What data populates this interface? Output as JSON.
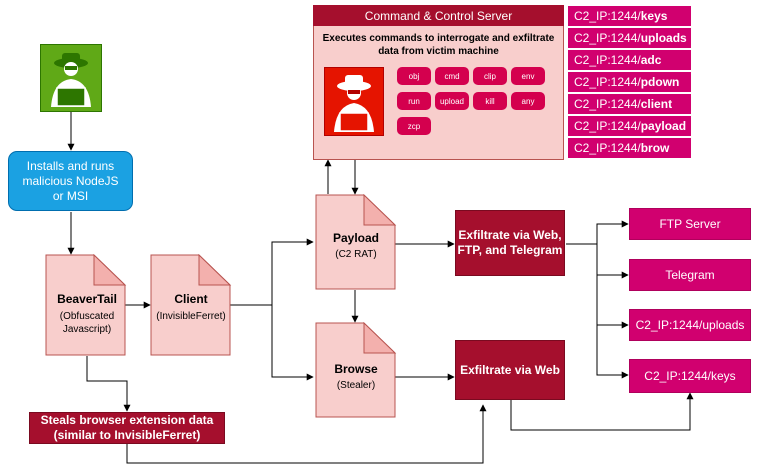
{
  "installer": {
    "text": "Installs and runs malicious NodeJS or MSI"
  },
  "beavertail": {
    "title": "BeaverTail",
    "sub1": "(Obfuscated",
    "sub2": "Javascript)"
  },
  "client": {
    "title": "Client",
    "sub": "(InvisibleFerret)"
  },
  "payload": {
    "title": "Payload",
    "sub": "(C2 RAT)"
  },
  "browse": {
    "title": "Browse",
    "sub": "(Stealer)"
  },
  "steals": {
    "line1": "Steals browser extension data",
    "line2": "(similar to InvisibleFerret)"
  },
  "exfil_web_ftp": {
    "line1": "Exfiltrate via Web,",
    "line2": "FTP, and Telegram"
  },
  "exfil_web": {
    "text": "Exfiltrate via Web"
  },
  "destinations": [
    "FTP Server",
    "Telegram",
    "C2_IP:1244/uploads",
    "C2_IP:1244/keys"
  ],
  "c2_server": {
    "title": "Command & Control Server",
    "desc1": "Executes commands to interrogate and exfiltrate",
    "desc2": "data from victim machine",
    "commands": [
      "obj",
      "cmd",
      "clip",
      "env",
      "run",
      "upload",
      "kill",
      "any",
      "zcp"
    ]
  },
  "c2_endpoints": [
    {
      "prefix": "C2_IP:1244/",
      "path": "keys"
    },
    {
      "prefix": "C2_IP:1244/",
      "path": "uploads"
    },
    {
      "prefix": "C2_IP:1244/",
      "path": "adc"
    },
    {
      "prefix": "C2_IP:1244/",
      "path": "pdown"
    },
    {
      "prefix": "C2_IP:1244/",
      "path": "client"
    },
    {
      "prefix": "C2_IP:1244/",
      "path": "payload"
    },
    {
      "prefix": "C2_IP:1244/",
      "path": "brow"
    }
  ],
  "colors": {
    "dark_red": "#a50f2d",
    "magenta": "#d1006f",
    "doc_pink": "#f8cecc",
    "installer_blue": "#1ba1e2",
    "hacker_green": "#60a917"
  }
}
